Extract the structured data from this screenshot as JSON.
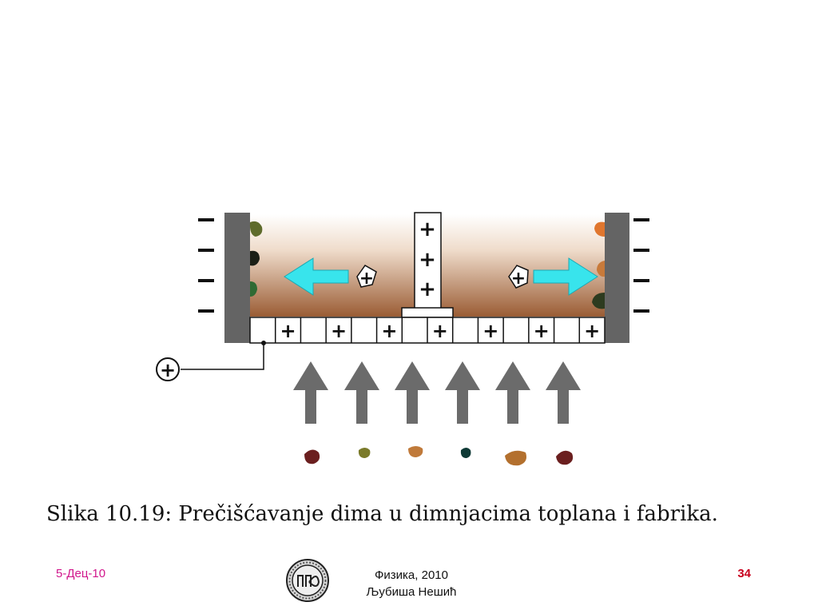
{
  "caption": "Slika 10.19: Prečišćavanje dima u dimnjacima toplana i fabrika.",
  "footer": {
    "date": "5-Дец-10",
    "subject": "Физика, 2010",
    "author": "Љубиша Нешић",
    "page": "34"
  },
  "diagram": {
    "plate_charge_symbol": "−",
    "positive_symbol": "+",
    "colors": {
      "plate": "#646464",
      "arrow_up": "#6b6b6b",
      "arrow_cyan": "#38e4ec",
      "gradient_top": "#ffffff",
      "gradient_bottom": "#9a5c34"
    },
    "icons": [
      "positive-terminal-icon",
      "positive-ion-icon"
    ]
  }
}
